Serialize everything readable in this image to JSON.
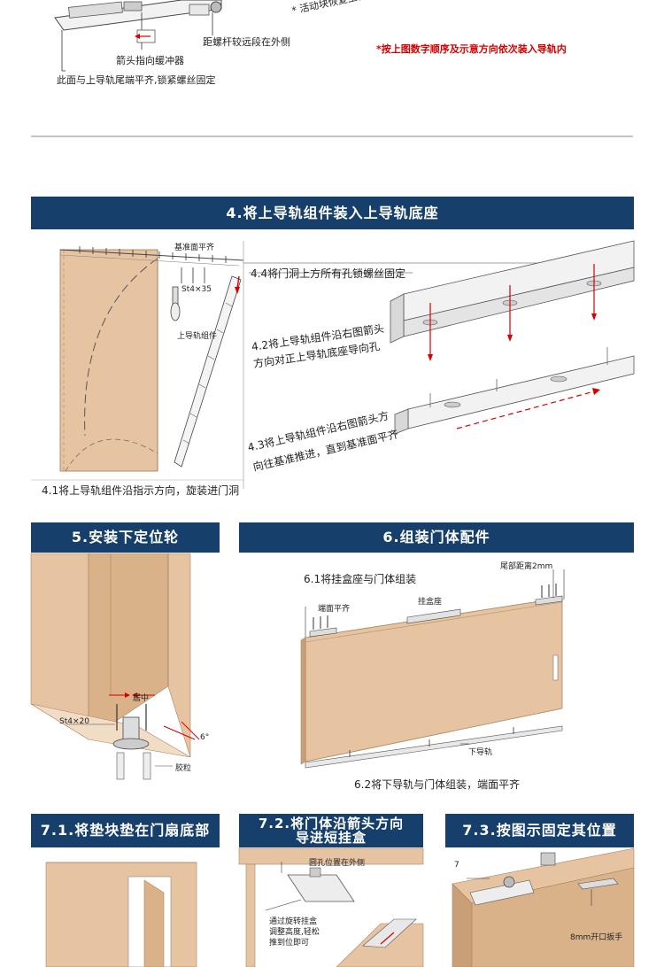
{
  "top": {
    "arrow_label": "箭头指向缓冲器",
    "distance_label": "距螺杆较远段在外侧",
    "face_label": "此面与上导轨尾端平齐,锁紧螺丝固定",
    "block_note": "* 活动块恢复至初始位",
    "order_note": "*按上图数字顺序及示意方向依次装入导轨内"
  },
  "section4": {
    "title": "4.将上导轨组件装入上导轨底座",
    "ref_plane": "基准面平齐",
    "screw": "St4×35",
    "rail_assembly": "上导轨组件",
    "step4_4": "4.4将门洞上方所有孔锁螺丝固定",
    "step4_2_line1": "4.2将上导轨组件沿右图箭头",
    "step4_2_line2": "方向对正上导轨底座导向孔",
    "step4_3_line1": "4.3将上导轨组件沿右图箭头方",
    "step4_3_line2": "向往基准推进，直到基准面平齐",
    "step4_1": "4.1将上导轨组件沿指示方向，旋装进门洞"
  },
  "section5": {
    "title": "5.安装下定位轮",
    "center": "居中",
    "screw": "St4×20",
    "angle": "6°",
    "glue": "胶粒"
  },
  "section6": {
    "title": "6.组装门体配件",
    "step6_1": "6.1将挂盒座与门体组装",
    "tail_distance": "尾部距离2mm",
    "end_flush": "端面平齐",
    "hanger_base": "挂盒座",
    "lower_rail": "下导轨",
    "step6_2": "6.2将下导轨与门体组装，端面平齐"
  },
  "section7": {
    "title_1": "7.1.将垫块垫在门扇底部",
    "title_2_line1": "7.2.将门体沿箭头方向",
    "title_2_line2": "导进短挂盒",
    "title_3": "7.3.按图示固定其位置",
    "round_hole": "圆孔位置在外侧",
    "rotate_line1": "通过旋转挂盒",
    "rotate_line2": "调整高度,轻松",
    "rotate_line3": "推到位即可",
    "dim_7": "7",
    "wrench": "8mm开口扳手"
  },
  "colors": {
    "banner": "#173f6b",
    "wood": "#e6c4a2",
    "wood_dark": "#c99f78",
    "note_red": "#d60000"
  }
}
